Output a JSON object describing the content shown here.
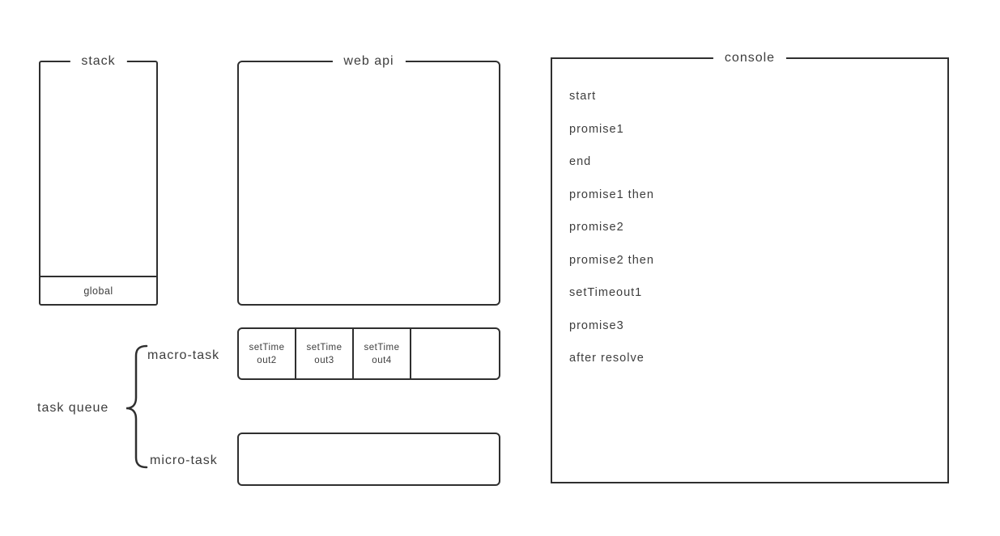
{
  "diagram": {
    "colors": {
      "border": "#2f2f2f",
      "text": "#3d3d3d",
      "background": "#ffffff"
    },
    "stack": {
      "title": "stack",
      "frames": [
        "global"
      ]
    },
    "web_api": {
      "title": "web api"
    },
    "console": {
      "title": "console",
      "lines": [
        "start",
        "promise1",
        "end",
        "promise1 then",
        "promise2",
        "promise2 then",
        "setTimeout1",
        "promise3",
        "after resolve"
      ]
    },
    "task_queue": {
      "label": "task queue",
      "macro": {
        "label": "macro-task",
        "cells": [
          [
            "setTime",
            "out2"
          ],
          [
            "setTime",
            "out3"
          ],
          [
            "setTime",
            "out4"
          ]
        ]
      },
      "micro": {
        "label": "micro-task",
        "cells": []
      }
    }
  }
}
